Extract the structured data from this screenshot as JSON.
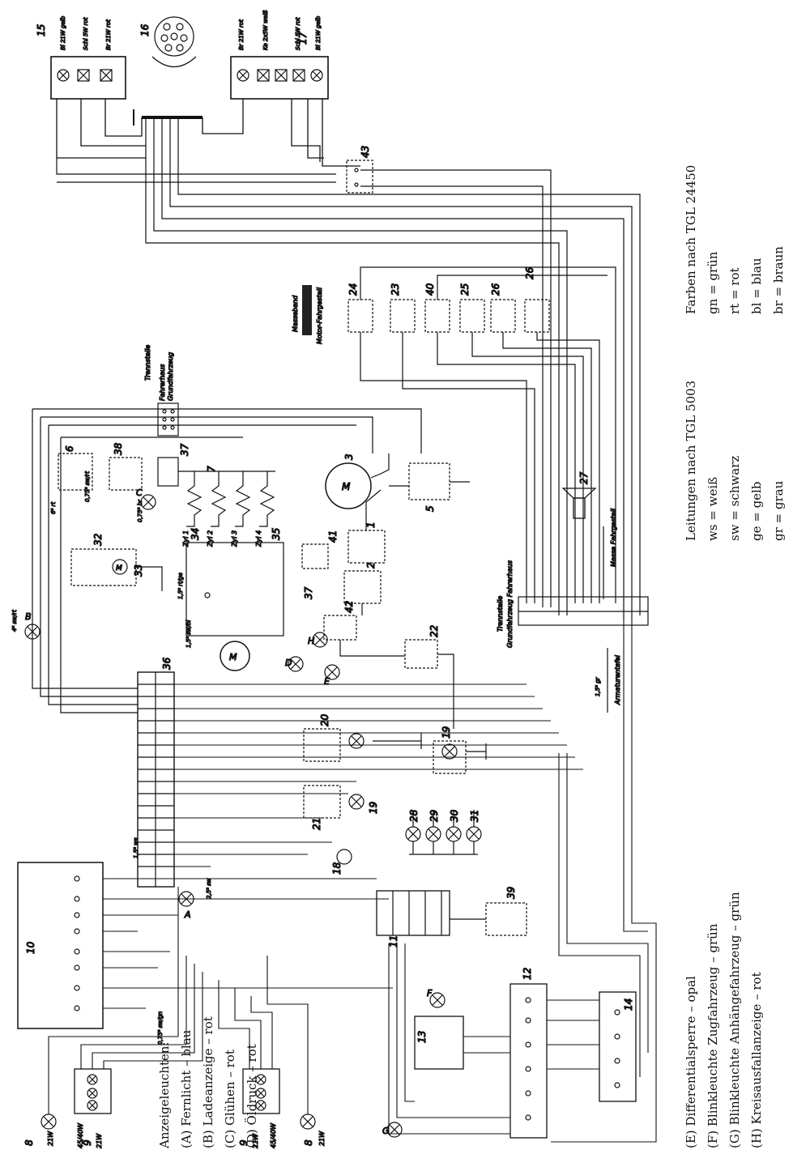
{
  "diagram": {
    "component_numbers": [
      "15",
      "16",
      "17",
      "43",
      "24",
      "23",
      "40",
      "25",
      "26",
      "26",
      "6",
      "38",
      "37",
      "7",
      "3",
      "5",
      "1",
      "2",
      "41",
      "37",
      "42",
      "22",
      "32",
      "33",
      "34",
      "35",
      "36",
      "20",
      "19",
      "21",
      "19",
      "18",
      "28",
      "29",
      "30",
      "31",
      "39",
      "11",
      "10",
      "12",
      "14",
      "13",
      "27",
      "8",
      "9",
      "9",
      "8"
    ],
    "labels": {
      "trennstelle_top": "Trennstelle",
      "fahrerhaus": "Fahrerhaus",
      "grundfahrzeug": "Grundfahrzeug",
      "masseband": "Masseband",
      "motor_fahrgestell": "Motor-Fahrgestell",
      "trennstelle_mid": "Trennstelle",
      "grundfahrzeug_fahrerhaus": "Grundfahrzeug Fahrerhaus",
      "masse_fahrgestell": "Masse Fahrgestell",
      "armaturentafel": "Armaturentafel"
    },
    "lamp_labels_15": [
      "Bl 21W gelb",
      "Schl 5W rot",
      "Br 21W rot"
    ],
    "lamp_labels_17": [
      "Br 21W rot",
      "Ke 2x5W weiß",
      "Schl 5W rot",
      "Bl 21W gelb"
    ],
    "bottom_lamps": [
      "21W",
      "45/40W",
      "21W",
      "21W",
      "45/40W",
      "21W"
    ],
    "zyl": [
      "Zyl 1",
      "Zyl 2",
      "Zyl 3",
      "Zyl 4"
    ],
    "letters": [
      "A",
      "B",
      "C",
      "D",
      "E",
      "F",
      "G",
      "H",
      "M",
      "M",
      "M"
    ],
    "wire_labels": [
      "0,75² sw/rt",
      "0,75² br",
      "1,5² sw/bl",
      "1,5² rt/ge",
      "4² sw/rt",
      "6² rt",
      "1,5² ws",
      "2,5² sw",
      "0,75² sw/gn",
      "1,5² gr"
    ]
  },
  "legend": {
    "anzeige_title": "Anzeigeleuchten:",
    "anzeige_items": [
      "(A) Fernlicht – blau",
      "(B) Ladeanzeige – rot",
      "(C) Glühen – rot",
      "(D) Öldruck – rot"
    ],
    "anzeige_items_2": [
      "(E) Differentialsperre – opal",
      "(F) Blinkleuchte Zugfahrzeug – grün",
      "(G) Blinkleuchte Anhängefahrzeug – grün",
      "(H) Kreisausfallanzeige – rot"
    ],
    "leitungen_title": "Leitungen nach TGL 5003",
    "leitungen_items": [
      "ws = weiß",
      "sw = schwarz",
      "ge = gelb",
      "gr = grau"
    ],
    "farben_title": "Farben nach TGL 24450",
    "farben_items": [
      "gn = grün",
      "rt = rot",
      "bl = blau",
      "br = braun"
    ]
  }
}
